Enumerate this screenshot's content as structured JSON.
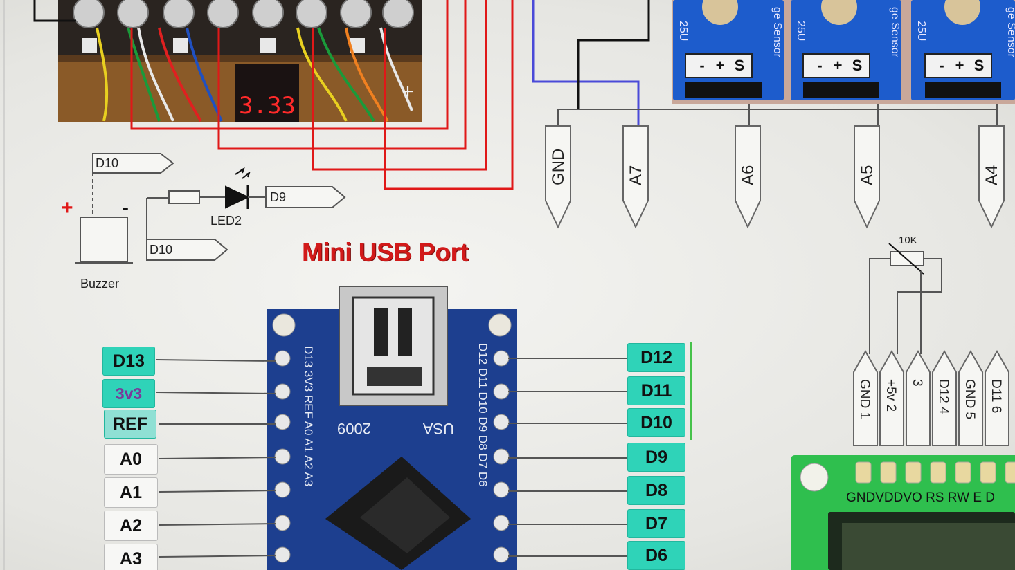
{
  "title": "Mini USB Port",
  "photo": {
    "voltmeter_reading": "3.33",
    "plus_mark": "+"
  },
  "top_flags": [
    {
      "id": "gnd",
      "label": "GND"
    },
    {
      "id": "a7",
      "label": "A7"
    },
    {
      "id": "a6",
      "label": "A6"
    },
    {
      "id": "a5",
      "label": "A5"
    },
    {
      "id": "a4",
      "label": "A4"
    }
  ],
  "sensor_text": {
    "brand": "25U",
    "name": "ge Sensor",
    "pins": [
      "-",
      "+",
      "S"
    ]
  },
  "buzzer_circuit": {
    "d10_flag_top": "D10",
    "d9_flag": "D9",
    "d10_flag_bottom": "D10",
    "led_label": "LED2",
    "buzzer_label": "Buzzer",
    "plus": "+",
    "minus": "-"
  },
  "pot_label": "10K",
  "lcd_connector_flags": [
    "GND 1",
    "+5v 2",
    "3",
    "D12 4",
    "GND 5",
    "D11 6"
  ],
  "lcd_pin_labels": "GNDVDDVO RS RW E D",
  "left_pins": [
    "D13",
    "3v3",
    "REF",
    "A0",
    "A1",
    "A2",
    "A3"
  ],
  "right_pins": [
    "D12",
    "D11",
    "D10",
    "D9",
    "D8",
    "D7",
    "D6"
  ],
  "board_text": {
    "left_col": "D13 3V3 REF A0 A1 A2 A3",
    "right_col": "D12 D11 D10 D9 D8 D7 D6",
    "year": "2009",
    "usa": "USA"
  },
  "colors": {
    "teal": "#2fd3b8",
    "red_wire": "#e01818",
    "blue_wire": "#4a4ad8",
    "board_blue": "#1d3f8f",
    "lcd_green": "#2fbf4e"
  }
}
